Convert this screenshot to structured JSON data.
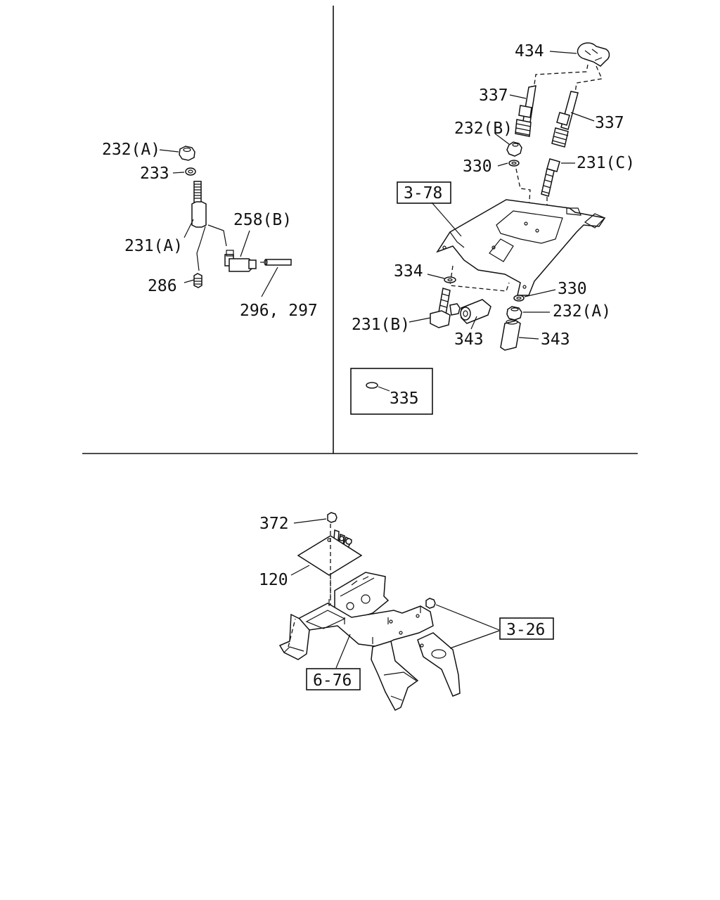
{
  "labels": {
    "l232A_left": "232(A)",
    "l233": "233",
    "l231A": "231(A)",
    "l258B": "258(B)",
    "l286": "286",
    "l296_297": "296, 297",
    "l434": "434",
    "l337_left": "337",
    "l337_right": "337",
    "l232B": "232(B)",
    "l330_top": "330",
    "l231C": "231(C)",
    "ref_3_78": "3-78",
    "l334": "334",
    "l330_bottom": "330",
    "l232A_right": "232(A)",
    "l231B": "231(B)",
    "l343_left": "343",
    "l343_right": "343",
    "l335": "335",
    "l372": "372",
    "l120": "120",
    "ref_3_26": "3-26",
    "ref_6_76": "6-76"
  }
}
